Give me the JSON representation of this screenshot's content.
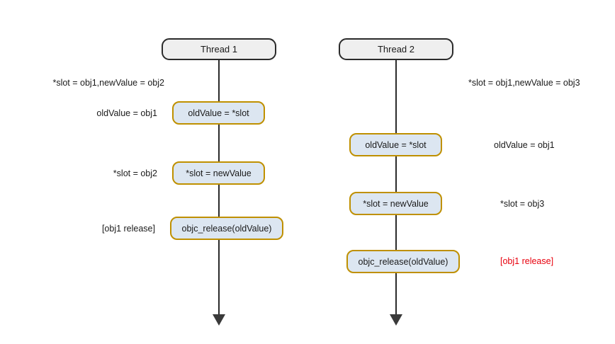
{
  "diagram": {
    "type": "sequence-diagram",
    "title": "",
    "background_color": "#ffffff",
    "box_fill_color": "#dce6f1",
    "box_border_color": "#bf9000",
    "header_fill_color": "#efefef",
    "header_border_color": "#2b2b2b",
    "lifeline_color": "#2b2b2b",
    "warning_color": "#e8000d"
  },
  "threads": [
    {
      "id": "thread-1",
      "header_label": "Thread 1",
      "steps": [
        {
          "label": "oldValue = *slot"
        },
        {
          "label": "*slot = newValue"
        },
        {
          "label": "objc_release(oldValue)"
        }
      ],
      "annotations": [
        {
          "text": "*slot = obj1,newValue = obj2",
          "warn": false
        },
        {
          "text": "oldValue = obj1",
          "warn": false
        },
        {
          "text": "*slot = obj2",
          "warn": false
        },
        {
          "text": "[obj1 release]",
          "warn": false
        }
      ]
    },
    {
      "id": "thread-2",
      "header_label": "Thread 2",
      "steps": [
        {
          "label": "oldValue = *slot"
        },
        {
          "label": "*slot = newValue"
        },
        {
          "label": "objc_release(oldValue)"
        }
      ],
      "annotations": [
        {
          "text": "*slot = obj1,newValue = obj3",
          "warn": false
        },
        {
          "text": "oldValue = obj1",
          "warn": false
        },
        {
          "text": "*slot = obj3",
          "warn": false
        },
        {
          "text": "[obj1 release]",
          "warn": true
        }
      ]
    }
  ]
}
